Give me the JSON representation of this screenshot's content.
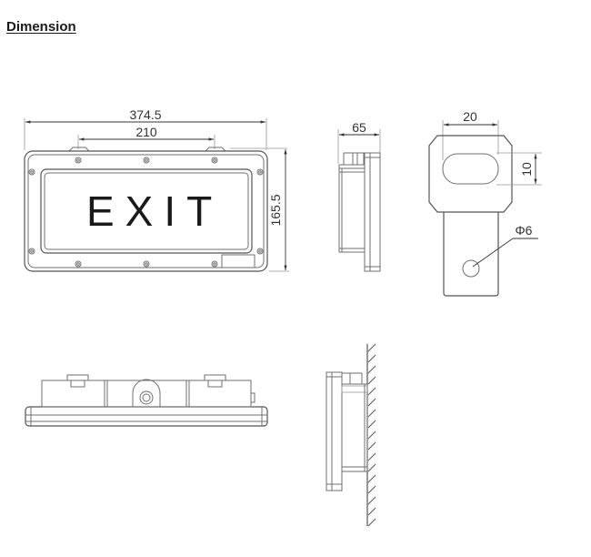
{
  "heading": "Dimension",
  "front_view": {
    "sign_text": "EXIT",
    "dim_overall_width": "374.5",
    "dim_mount_spacing": "210",
    "dim_height": "165.5"
  },
  "side_view": {
    "dim_depth": "65"
  },
  "bracket_detail": {
    "dim_slot_width": "20",
    "dim_slot_height": "10",
    "dim_hole_diameter": "Φ6"
  },
  "bottom_view": {},
  "wall_mount_view": {}
}
